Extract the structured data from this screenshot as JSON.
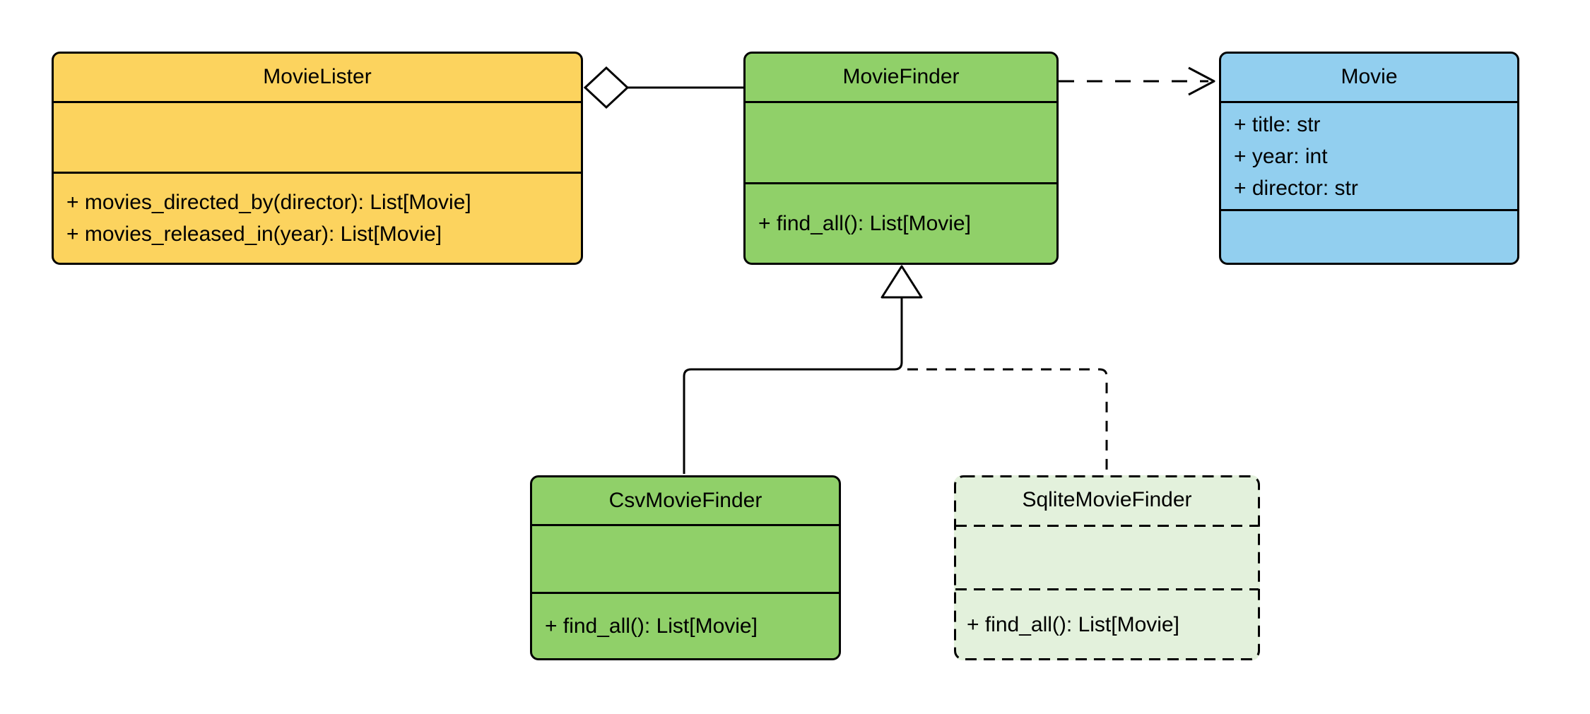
{
  "diagram": {
    "type": "uml-class-diagram",
    "background": "#ffffff",
    "stroke_color": "#000000",
    "colors": {
      "yellow_fill": "#FCD35E",
      "green_fill": "#90D069",
      "blue_fill": "#92CFEF",
      "pale_green_fill": "#E3F1DC"
    },
    "classes": {
      "movie_lister": {
        "title": "MovieLister",
        "fill": "#FCD35E",
        "border_style": "solid",
        "attributes": [],
        "methods": [
          "+ movies_directed_by(director): List[Movie]",
          "+ movies_released_in(year): List[Movie]"
        ]
      },
      "movie_finder": {
        "title": "MovieFinder",
        "fill": "#90D069",
        "border_style": "solid",
        "attributes": [],
        "methods": [
          "+ find_all(): List[Movie]"
        ]
      },
      "movie": {
        "title": "Movie",
        "fill": "#92CFEF",
        "border_style": "solid",
        "attributes": [
          "+ title: str",
          "+ year: int",
          "+ director: str"
        ],
        "methods": []
      },
      "csv_movie_finder": {
        "title": "CsvMovieFinder",
        "fill": "#90D069",
        "border_style": "solid",
        "attributes": [],
        "methods": [
          "+ find_all(): List[Movie]"
        ]
      },
      "sqlite_movie_finder": {
        "title": "SqliteMovieFinder",
        "fill": "#E3F1DC",
        "border_style": "dashed",
        "attributes": [],
        "methods": [
          "+ find_all(): List[Movie]"
        ]
      }
    },
    "connectors": [
      {
        "type": "aggregation",
        "from": "MovieFinder",
        "to": "MovieLister",
        "line_style": "solid",
        "marker": "hollow-diamond-at-MovieLister"
      },
      {
        "type": "dependency",
        "from": "MovieFinder",
        "to": "Movie",
        "line_style": "dashed",
        "marker": "open-arrow-at-Movie"
      },
      {
        "type": "generalization",
        "from": "CsvMovieFinder",
        "to": "MovieFinder",
        "line_style": "solid",
        "marker": "hollow-triangle-at-MovieFinder"
      },
      {
        "type": "generalization",
        "from": "SqliteMovieFinder",
        "to": "MovieFinder",
        "line_style": "dashed",
        "marker": "shared-hollow-triangle-at-MovieFinder"
      }
    ]
  }
}
